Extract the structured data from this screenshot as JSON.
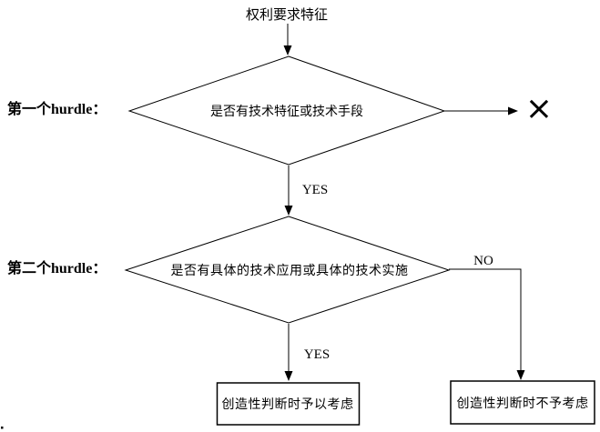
{
  "diagram": {
    "start_label": "权利要求特征",
    "hurdle1": {
      "side_label": "第一个hurdle：",
      "question": "是否有技术特征或技术手段",
      "yes_label": "YES",
      "reject_mark": "×"
    },
    "hurdle2": {
      "side_label": "第二个hurdle：",
      "question": "是否有具体的技术应用或具体的技术实施",
      "yes_label": "YES",
      "no_label": "NO"
    },
    "outcomes": {
      "considered": "创造性判断时予以考虑",
      "not_considered": "创造性判断时不予考虑"
    }
  },
  "colors": {
    "line": "#000000",
    "text": "#000000",
    "background": "#ffffff"
  }
}
